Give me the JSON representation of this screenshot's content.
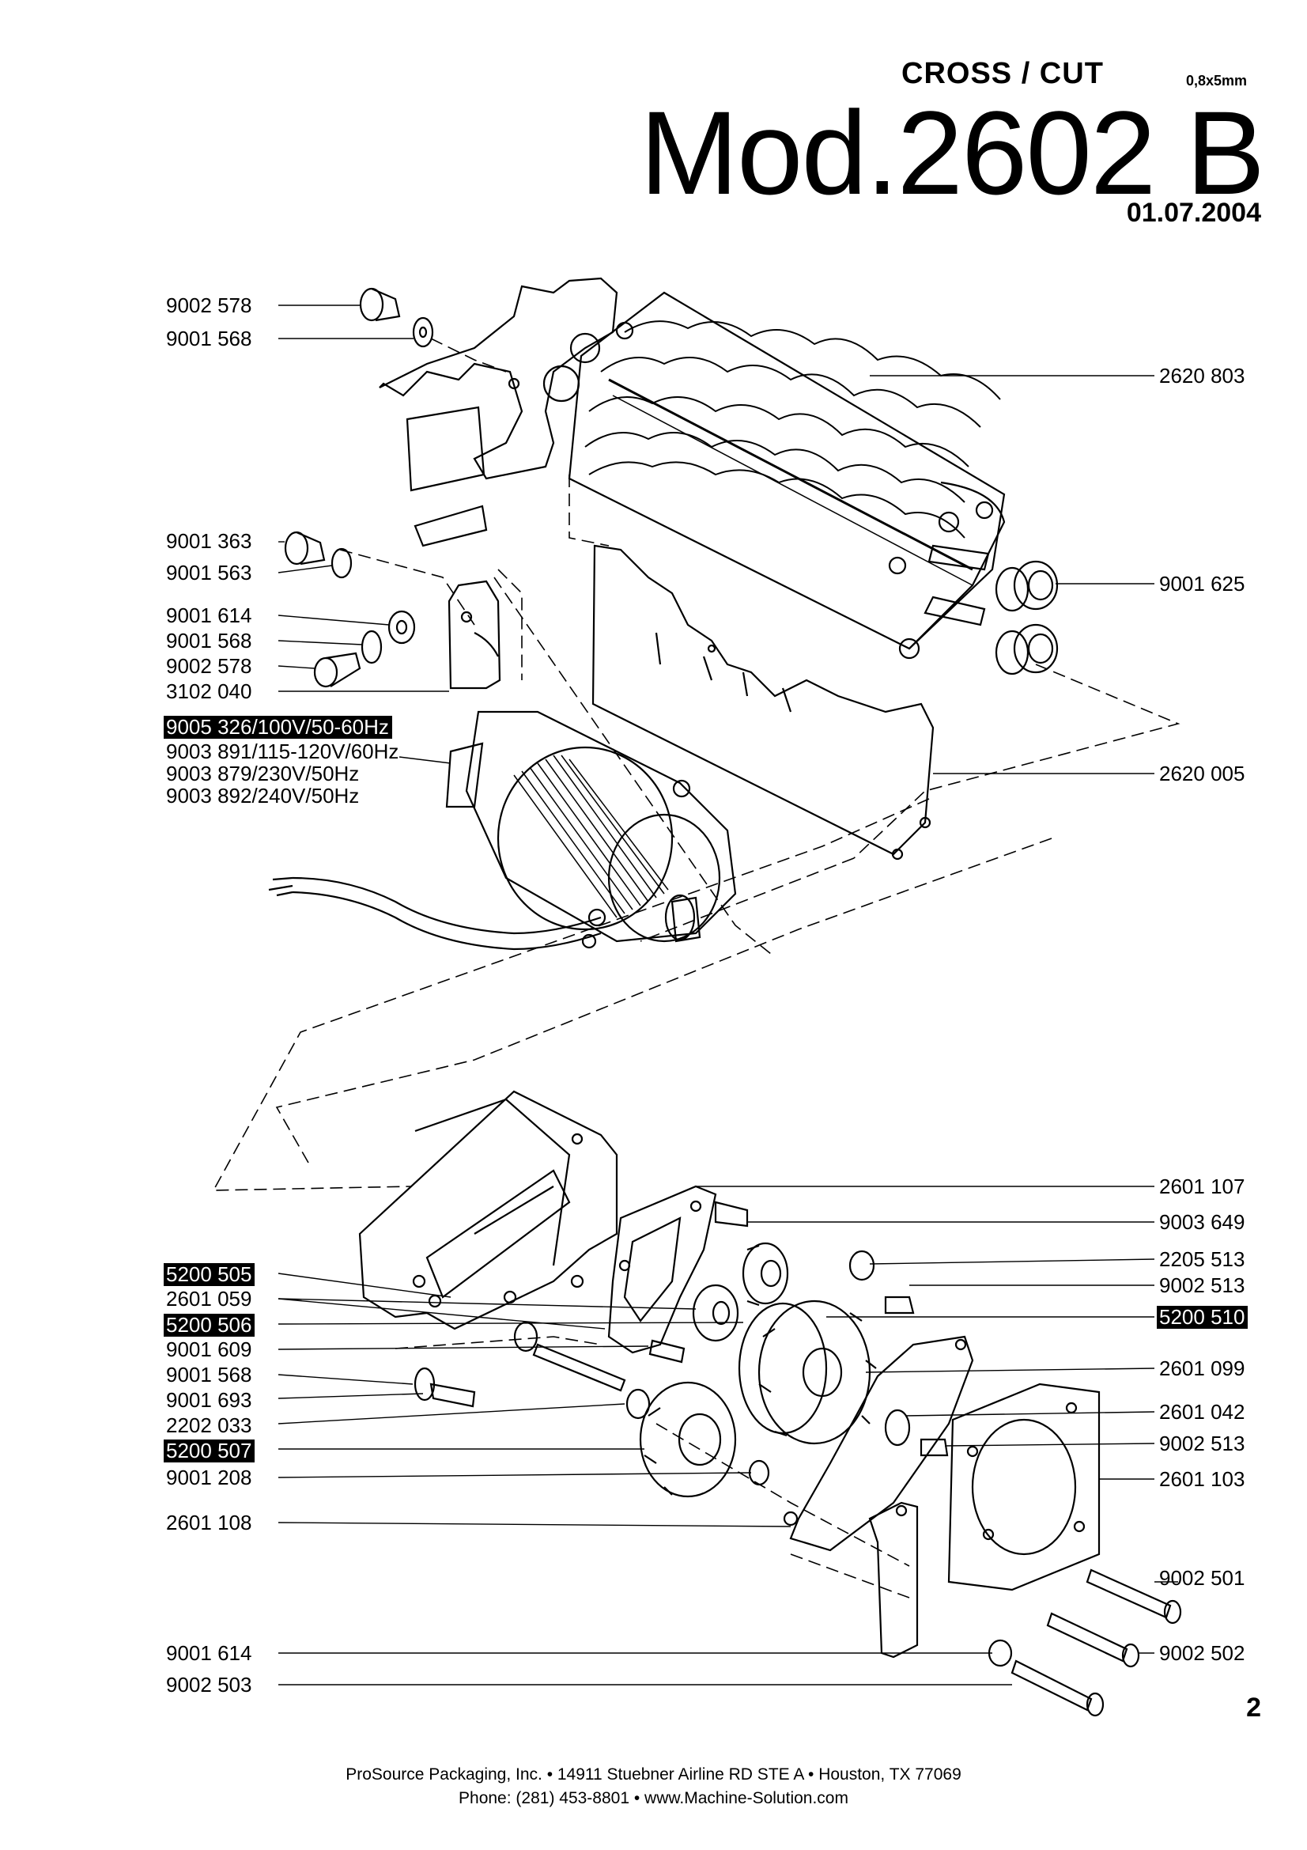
{
  "header": {
    "subtitle": "CROSS  / CUT",
    "spec": "0,8x5mm",
    "model": "Mod.2602 B",
    "date": "01.07.2004"
  },
  "labels_left": [
    {
      "text": "9002 578",
      "highlighted": false
    },
    {
      "text": "9001 568",
      "highlighted": false
    },
    {
      "text": "9001 363",
      "highlighted": false
    },
    {
      "text": "9001 563",
      "highlighted": false
    },
    {
      "text": "9001 614",
      "highlighted": false
    },
    {
      "text": "9001 568",
      "highlighted": false
    },
    {
      "text": "9002 578",
      "highlighted": false
    },
    {
      "text": "3102 040",
      "highlighted": false
    },
    {
      "text": "9005 326/100V/50-60Hz",
      "highlighted": true
    },
    {
      "text": "9003 891/115-120V/60Hz",
      "highlighted": false
    },
    {
      "text": "9003 879/230V/50Hz",
      "highlighted": false
    },
    {
      "text": "9003 892/240V/50Hz",
      "highlighted": false
    },
    {
      "text": "5200 505",
      "highlighted": true
    },
    {
      "text": "2601 059",
      "highlighted": false
    },
    {
      "text": "5200 506",
      "highlighted": true
    },
    {
      "text": "9001 609",
      "highlighted": false
    },
    {
      "text": "9001 568",
      "highlighted": false
    },
    {
      "text": "9001 693",
      "highlighted": false
    },
    {
      "text": "2202 033",
      "highlighted": false
    },
    {
      "text": "5200 507",
      "highlighted": true
    },
    {
      "text": "9001 208",
      "highlighted": false
    },
    {
      "text": "2601 108",
      "highlighted": false
    },
    {
      "text": "9001 614",
      "highlighted": false
    },
    {
      "text": "9002 503",
      "highlighted": false
    }
  ],
  "labels_right": [
    {
      "text": "2620 803",
      "highlighted": false
    },
    {
      "text": "9001 625",
      "highlighted": false
    },
    {
      "text": "2620 005",
      "highlighted": false
    },
    {
      "text": "2601 107",
      "highlighted": false
    },
    {
      "text": "9003 649",
      "highlighted": false
    },
    {
      "text": "2205 513",
      "highlighted": false
    },
    {
      "text": "9002 513",
      "highlighted": false
    },
    {
      "text": "5200 510",
      "highlighted": true
    },
    {
      "text": "2601 099",
      "highlighted": false
    },
    {
      "text": "2601 042",
      "highlighted": false
    },
    {
      "text": "9002 513",
      "highlighted": false
    },
    {
      "text": "2601 103",
      "highlighted": false
    },
    {
      "text": "9002 501",
      "highlighted": false
    },
    {
      "text": "9002 502",
      "highlighted": false
    }
  ],
  "page_number": "2",
  "footer": {
    "line1": "ProSource Packaging, Inc. • 14911 Stuebner Airline RD STE A • Houston, TX 77069",
    "line2": "Phone: (281) 453-8801 • www.Machine-Solution.com"
  }
}
